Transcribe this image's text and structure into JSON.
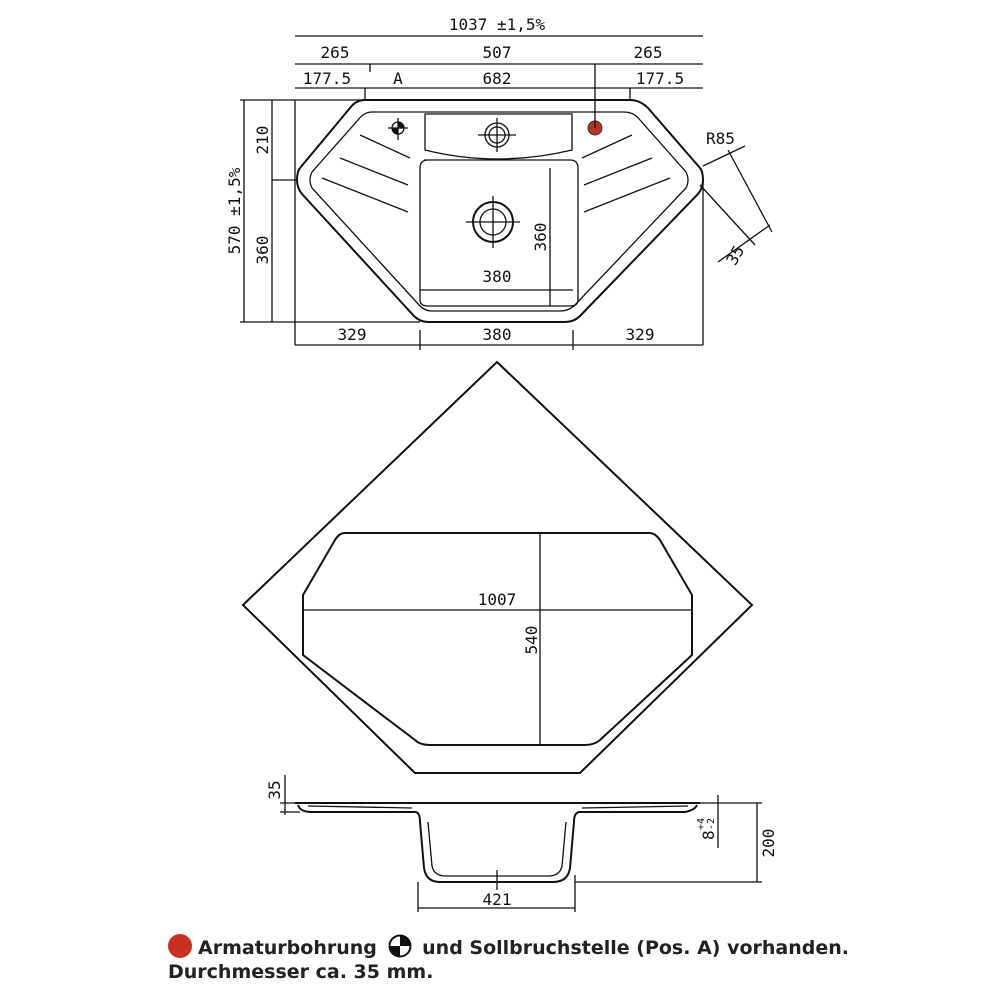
{
  "top_view": {
    "overall_width": "1037 ±1,5%",
    "seg1": [
      "265",
      "507",
      "265"
    ],
    "seg2": [
      "177.5",
      "682",
      "177.5"
    ],
    "pos_label": "A",
    "overall_depth": "570 ±1,5%",
    "depth_parts": [
      "210",
      "360"
    ],
    "bowl_width": "380",
    "bowl_depth": "360",
    "bottom_segments": [
      "329",
      "380",
      "329"
    ],
    "radius": "R85",
    "rim": "35"
  },
  "cutout_view": {
    "width": "1007",
    "depth": "540"
  },
  "section_view": {
    "rim_height": "35",
    "bowl_width": "421",
    "total_depth": "200",
    "tolerance_base": "8",
    "tol_plus": "+4",
    "tol_minus": "-2"
  },
  "legend": {
    "line1a": "Armaturbohrung",
    "line1b": "und Sollbruchstelle (Pos. A) vorhanden.",
    "line2": "Durchmesser ca. 35 mm.",
    "red_color": "#c9301f"
  }
}
